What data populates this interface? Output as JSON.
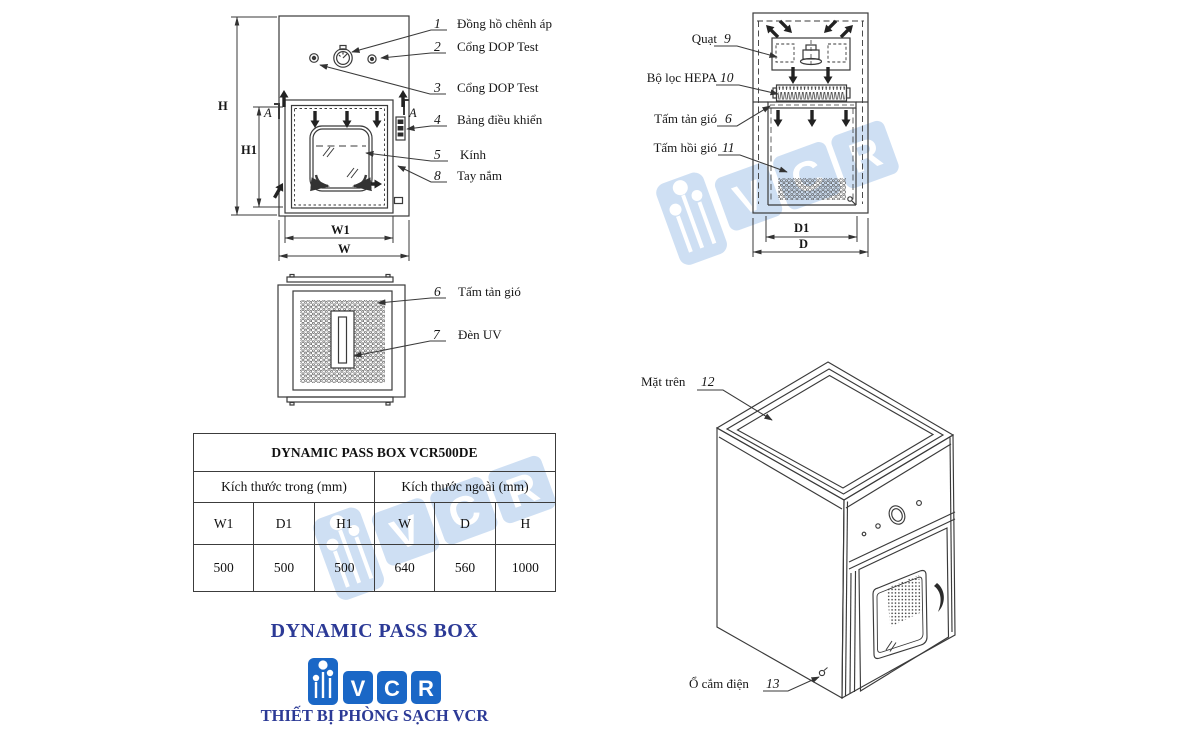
{
  "front_view": {
    "callouts": [
      {
        "num": "1",
        "label": "Đồng hồ chênh áp"
      },
      {
        "num": "2",
        "label": "Cổng DOP Test"
      },
      {
        "num": "3",
        "label": "Cổng DOP Test"
      },
      {
        "num": "4",
        "label": "Bảng điều khiển"
      },
      {
        "num": "5",
        "label": "Kính"
      },
      {
        "num": "8",
        "label": "Tay nắm"
      }
    ]
  },
  "bottom_view": {
    "callouts": [
      {
        "num": "6",
        "label": "Tấm tản gió"
      },
      {
        "num": "7",
        "label": "Đèn UV"
      }
    ]
  },
  "section_view": {
    "callouts": [
      {
        "num": "9",
        "label": "Quạt"
      },
      {
        "num": "10",
        "label": "Bộ lọc HEPA"
      },
      {
        "num": "6",
        "label": "Tấm tản gió"
      },
      {
        "num": "11",
        "label": "Tấm hồi gió"
      }
    ]
  },
  "iso_view": {
    "callouts": [
      {
        "num": "12",
        "label": "Mặt trên"
      },
      {
        "num": "13",
        "label": "Ổ cắm điện"
      }
    ]
  },
  "dims": {
    "h": "H",
    "h1": "H1",
    "w1": "W1",
    "w": "W",
    "d1": "D1",
    "d": "D",
    "a": "A"
  },
  "table": {
    "title": "DYNAMIC PASS BOX VCR500DE",
    "col_groups": [
      "Kích thước trong (mm)",
      "Kích thước ngoài (mm)"
    ],
    "headers": [
      "W1",
      "D1",
      "H1",
      "W",
      "D",
      "H"
    ],
    "values": [
      "500",
      "500",
      "500",
      "640",
      "560",
      "1000"
    ]
  },
  "footer": {
    "title": "DYNAMIC PASS BOX",
    "subtitle": "THIẾT BỊ PHÒNG SẠCH VCR"
  },
  "brand": {
    "letters": [
      "V",
      "C",
      "R"
    ]
  },
  "colors": {
    "accent_blue": "#2c3a96",
    "logo_blue": "#1a67c6",
    "watermark_blue": "#c9dcf2",
    "line": "#3a3a3a"
  }
}
